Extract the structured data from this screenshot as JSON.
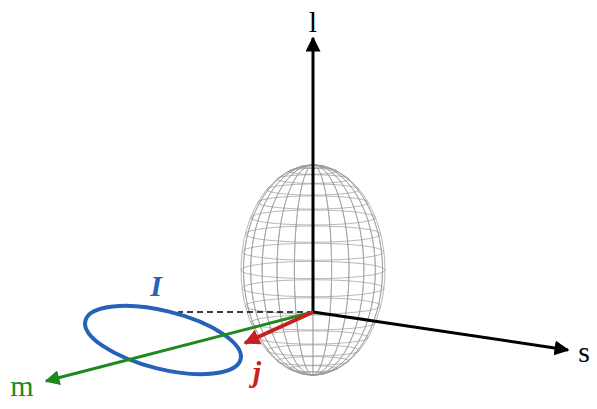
{
  "diagram": {
    "labels": [
      "l",
      "s",
      "m",
      "I",
      "j"
    ]
  }
}
